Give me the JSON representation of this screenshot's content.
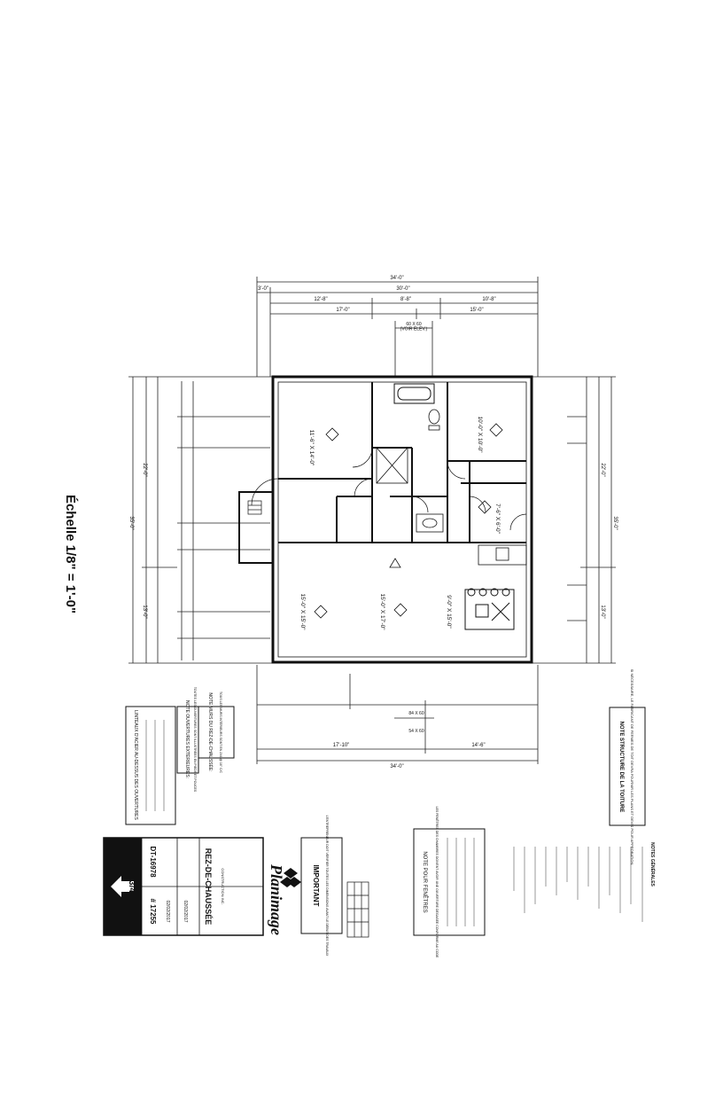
{
  "scale_label": "Échelle 1/8\" = 1'-0\"",
  "overall_dims": {
    "top_total": "34'-0\"",
    "top_left_seg": "3'-0\"",
    "top_mid_seg": "30'-0\"",
    "top_row2_a": "12'-8\"",
    "top_row2_b": "8'-8\"",
    "top_row2_c": "10'-8\"",
    "top_row3_a": "17'-0\"",
    "top_row3_b": "15'-0\"",
    "bottom_total": "34'-0\"",
    "bottom_a": "17'-10\"",
    "bottom_b": "14'-6\"",
    "left_total": "35'-0\"",
    "left_a": "22'-0\"",
    "left_b": "13'-0\"",
    "right_total": "35'-0\"",
    "right_a": "22'-0\"",
    "right_b": "13'-0\""
  },
  "window_tags": {
    "top": "60 X 60\n(VOIR ÉLÉV.)",
    "bottom_a": "54 X 60",
    "bottom_b": "84 X 60"
  },
  "room_dims": {
    "bedroom1": "11'-6\" X 14'-0\"",
    "bedroom2": "10'-0\" X 10'-0\"",
    "bedroom3": "7'-6\" X 6'-0\"",
    "living": "15'-0\" X 15'-0\"",
    "kitchen": "15'-0\" X 17'-0\"",
    "dining": "9'-0\" X 15'-0\""
  },
  "notes": {
    "roof_title": "NOTE STRUCTURE DE LA TOITURE",
    "roof_body": "SI NÉCESSAIRE, LE FABRICANT DE FERMES DE TOIT DEVRA FOURNIR LES PLANS ET DEVIS POUR APPROBATION",
    "floor_title": "NOTE MURS DU REZ-DE-CHAUSSÉE:",
    "floor_body": "TOUS LES MURS INTÉRIEURS SONT EN 2X4 @ 16\" C/C",
    "openings_title": "NOTE OUVERTURES EXTÉRIEURES:",
    "openings_body": "TOUTES LES OUVERTURES SONT ILLUSTRÉES EN PIEDS ET POUCES",
    "lintel_title": "LINTEAUX D'ACIER AU-DESSUS DES OUVERTURES",
    "windows_title": "NOTE POUR FENÊTRES",
    "windows_body": "LES FENÊTRES DES CHAMBRES DOIVENT AVOIR UNE OUVERTURE DÉGAGÉE CONFORME AU CODE"
  },
  "title_block": {
    "company": "Planimage",
    "project": "REZ-DE-CHAUSSÉE",
    "client": "CONSTRUCTION INC.",
    "date1": "02/02/2017",
    "date2": "02/02/2017",
    "plan_no": "DT-16978",
    "file_no": "# 17255",
    "sheet": "3/4",
    "important_title": "IMPORTANT",
    "important_body": "L'ENTREPRENEUR DOIT VÉRIFIER TOUTES LES DIMENSIONS AVANT LE DÉBUT DES TRAVAUX",
    "legend_title": "NOTES GÉNÉRALES"
  },
  "colors": {
    "ink": "#111111",
    "paper": "#ffffff",
    "thin": "#333333"
  }
}
